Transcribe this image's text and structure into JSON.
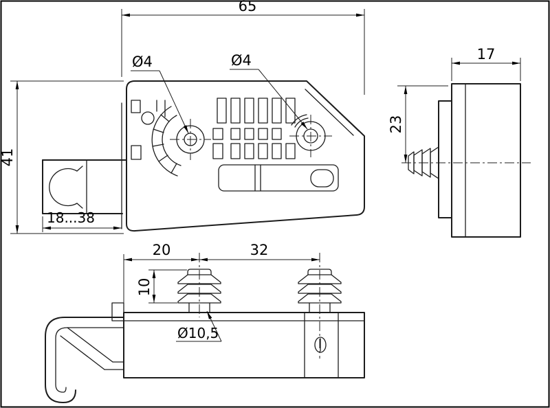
{
  "drawing": {
    "type": "technical-dimension-drawing",
    "views": {
      "front": {
        "width": "65",
        "height": "41",
        "adjust_range": "18...38",
        "hole_left": "Ø4",
        "hole_right": "Ø4"
      },
      "side": {
        "depth": "17",
        "center_height": "23"
      },
      "bottom": {
        "edge_to_first_plug": "20",
        "plug_spacing": "32",
        "plug_height": "10",
        "plug_diameter": "Ø10,5"
      }
    }
  }
}
